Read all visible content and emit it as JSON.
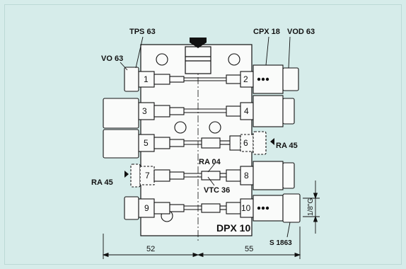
{
  "labels": {
    "tps": "TPS 63",
    "cpx": "CPX 18",
    "vod": "VOD 63",
    "vo": "VO 63",
    "ra45_right": "RA 45",
    "ra45_left": "RA 45",
    "ra04": "RA 04",
    "vtc": "VTC 36",
    "model": "DPX 10",
    "s1863": "S 1863"
  },
  "ports": [
    "1",
    "2",
    "3",
    "4",
    "5",
    "6",
    "7",
    "8",
    "9",
    "10"
  ],
  "dimensions": {
    "left_width": "52",
    "right_width": "55",
    "thread": "1/8\"G"
  }
}
